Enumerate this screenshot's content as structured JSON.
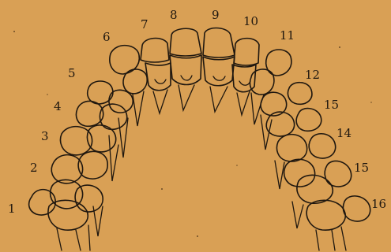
{
  "figure": {
    "tooth_numbers": [
      "1",
      "2",
      "3",
      "4",
      "5",
      "6",
      "7",
      "8",
      "9",
      "10",
      "11",
      "12",
      "15",
      "14",
      "15",
      "16"
    ],
    "colors": {
      "paper": "#d9a055",
      "ink": "#1f170f"
    }
  }
}
